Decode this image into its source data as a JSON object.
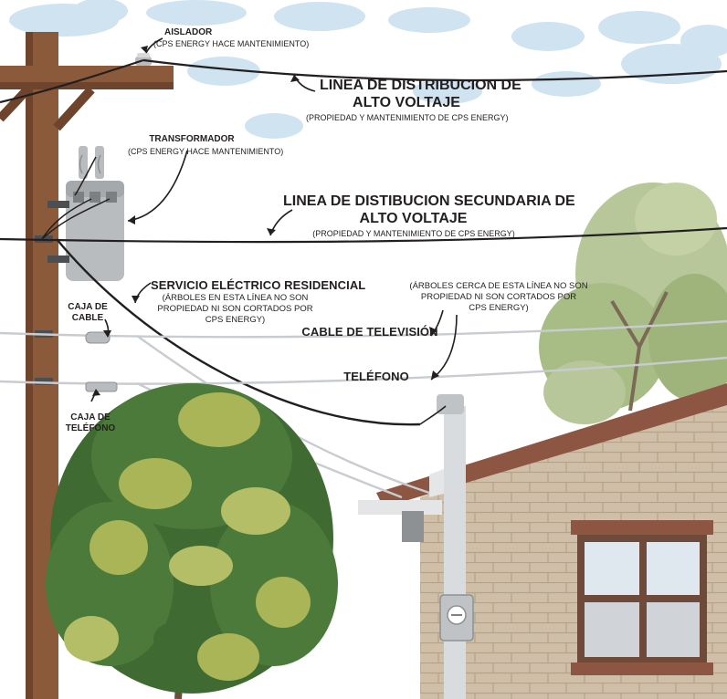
{
  "labels": {
    "aislador": {
      "title": "AISLADOR",
      "sub": "(CPS ENERGY HACE MANTENIMIENTO)"
    },
    "alto_voltaje": {
      "line1": "LINEA DE DISTRIBUCION DE",
      "line2": "ALTO VOLTAJE",
      "sub": "(PROPIEDAD Y MANTENIMIENTO DE CPS ENERGY)"
    },
    "transformador": {
      "title": "TRANSFORMADOR",
      "sub": "(CPS ENERGY HACE MANTENIMIENTO)"
    },
    "secundaria": {
      "line1": "LINEA DE DISTIBUCION SECUNDARIA DE",
      "line2": "ALTO VOLTAJE",
      "sub": "(PROPIEDAD Y MANTENIMIENTO DE CPS ENERGY)"
    },
    "residencial": {
      "title": "SERVICIO ELÉCTRICO RESIDENCIAL",
      "note1": "(ÁRBOLES EN ESTA LÍNEA NO SON",
      "note2": "PROPIEDAD NI SON CORTADOS POR",
      "note3": "CPS ENERGY)"
    },
    "arboles_cerca": {
      "note1": "(ÁRBOLES CERCA DE ESTA LÍNEA NO SON",
      "note2": "PROPIEDAD NI SON CORTADOS POR",
      "note3": "CPS ENERGY)"
    },
    "caja_cable": {
      "line1": "CAJA DE",
      "line2": "CABLE"
    },
    "cable_tv": {
      "title": "CABLE DE TELEVISIÓN"
    },
    "telefono": {
      "title": "TELÉFONO"
    },
    "caja_telefono": {
      "line1": "CAJA DE",
      "line2": "TELÉFONO"
    }
  },
  "colors": {
    "pole": "#8a5a3a",
    "pole_dark": "#6e452c",
    "wire": "#231f20",
    "wire_light": "#c8ccd0",
    "sky_cloud": "#cfe3f1",
    "tree_dark": "#3f6b33",
    "tree_light": "#a9b556",
    "tree_pale": "#b7c79a",
    "brick": "#cfbfa8",
    "roof": "#8c5642",
    "transformer": "#b9bcbe"
  }
}
